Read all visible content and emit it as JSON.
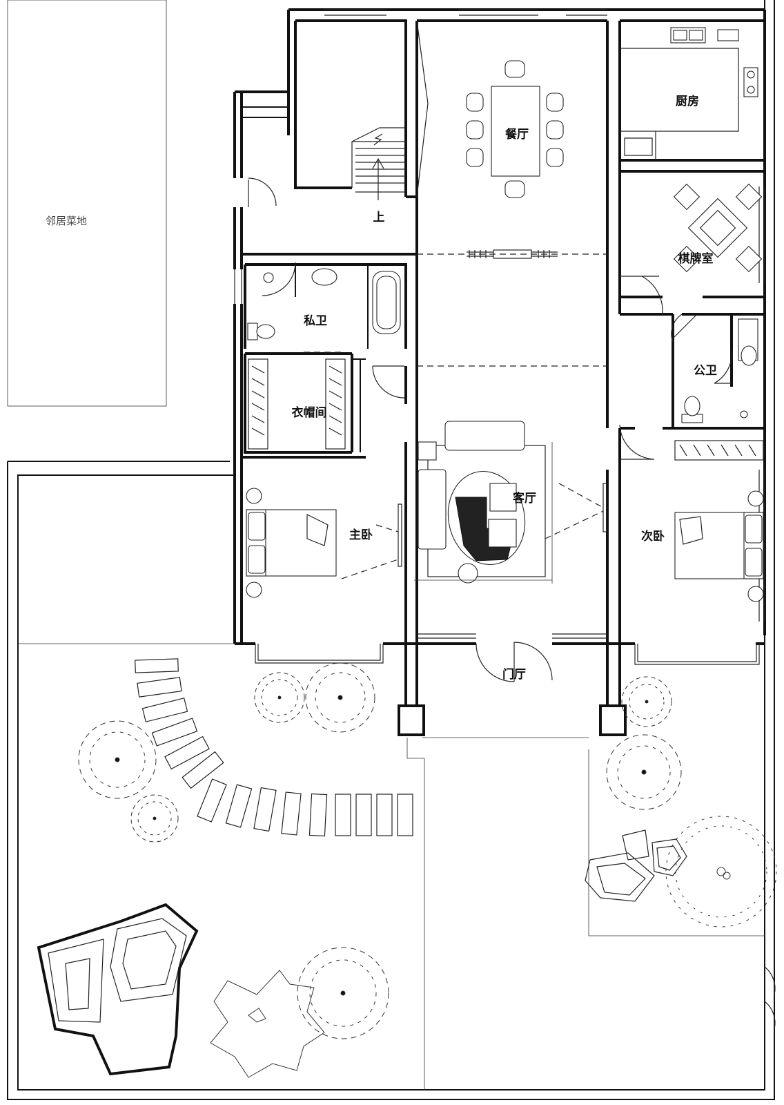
{
  "labels": {
    "neighbor_garden": "邻居菜地",
    "dining": "餐厅",
    "kitchen": "厨房",
    "stairs_up": "上",
    "mahjong": "棋牌室",
    "private_bath": "私卫",
    "public_bath": "公卫",
    "closet": "衣帽间",
    "living": "客厅",
    "master_bedroom": "主卧",
    "second_bedroom": "次卧",
    "foyer": "门厅"
  }
}
